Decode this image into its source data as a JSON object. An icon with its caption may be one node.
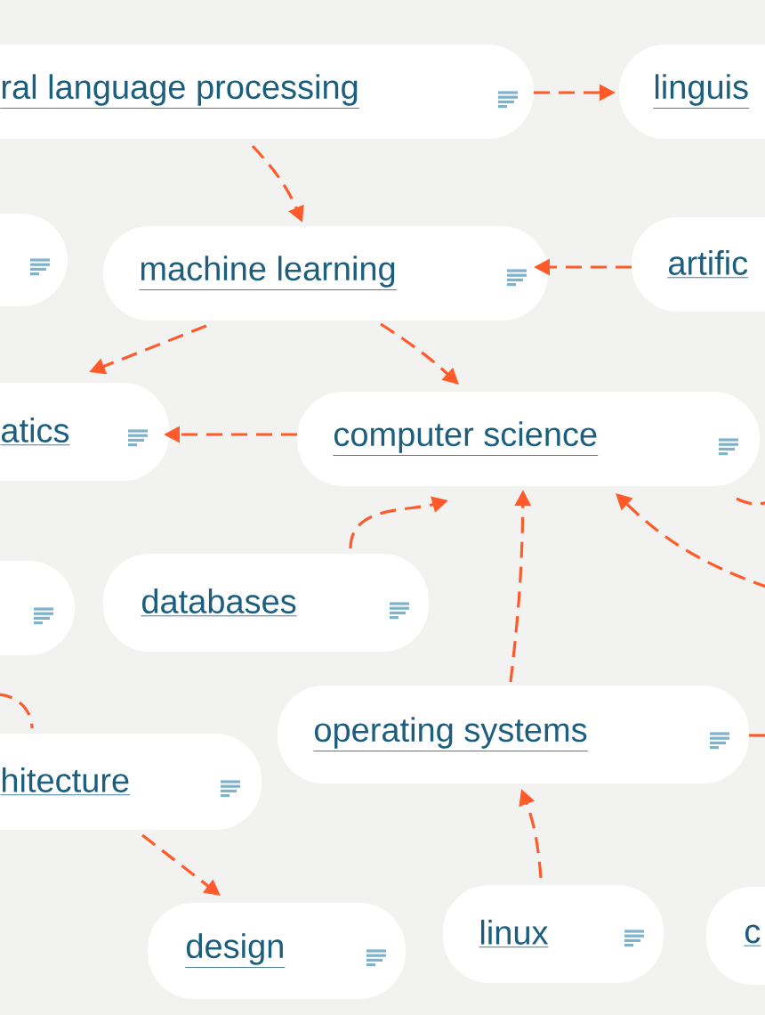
{
  "diagram": {
    "nodes": [
      {
        "text": [
          "ral language processing"
        ]
      },
      {
        "text": [
          "linguis"
        ]
      },
      {
        "text": [],
        "shape": "box"
      },
      {
        "text": [
          "machine learning"
        ]
      },
      {
        "text": [
          "artific"
        ]
      },
      {
        "text": [
          "atics"
        ]
      },
      {
        "text": [
          "computer science"
        ]
      },
      {
        "text": [],
        "shape": "box"
      },
      {
        "text": [
          "databases"
        ]
      },
      {
        "text": [
          "hitecture"
        ]
      },
      {
        "text": [
          "operating systems"
        ]
      },
      {
        "text": [
          "design"
        ]
      },
      {
        "text": [
          "linux"
        ]
      },
      {
        "text": [
          "c"
        ]
      }
    ],
    "edges": [
      {
        "from": 0,
        "to": 1,
        "arrow": "to"
      },
      {
        "from": 0,
        "to": 3,
        "arrow": "to"
      },
      {
        "from": 4,
        "to": 3,
        "arrow": "to"
      },
      {
        "from": 3,
        "to": 5,
        "arrow": "to"
      },
      {
        "from": 3,
        "to": 6,
        "arrow": "to"
      },
      {
        "from": 6,
        "to": 5,
        "arrow": "to"
      },
      {
        "from": 8,
        "to": 6,
        "arrow": "to"
      },
      {
        "from": 10,
        "to": 6,
        "arrow": "to"
      },
      {
        "from": null,
        "to": 6,
        "arrow": "to"
      },
      {
        "from": 6,
        "to": null,
        "arrow": "none"
      },
      {
        "from": 10,
        "to": null,
        "arrow": "none"
      },
      {
        "from": null,
        "to": 9,
        "arrow": "none"
      },
      {
        "from": 9,
        "to": 11,
        "arrow": "to"
      },
      {
        "from": 12,
        "to": 10,
        "arrow": "to"
      }
    ]
  }
}
